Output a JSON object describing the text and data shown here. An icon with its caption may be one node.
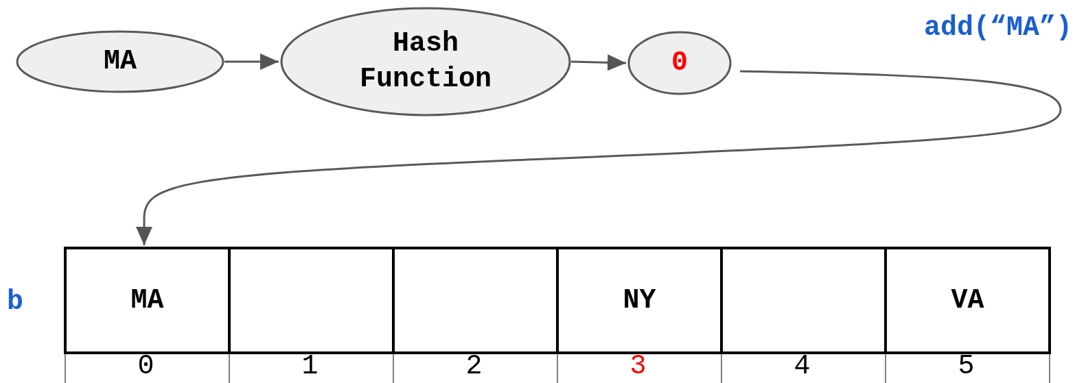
{
  "diagram": {
    "nodes": [
      {
        "text": [
          "MA"
        ]
      },
      {
        "text": [
          "Hash Function"
        ]
      },
      {
        "text": [
          "0"
        ]
      },
      {
        "text": [
          "MA"
        ]
      },
      {
        "text": [],
        "shape": "box"
      },
      {
        "text": [],
        "shape": "box"
      },
      {
        "text": [
          "NY"
        ]
      },
      {
        "text": [],
        "shape": "box"
      },
      {
        "text": [
          "VA"
        ]
      }
    ],
    "edges": [
      {
        "from": 0,
        "to": 1,
        "arrow": "to"
      },
      {
        "from": 1,
        "to": 2,
        "arrow": "to"
      },
      {
        "from": 2,
        "to": 3,
        "arrow": "to"
      }
    ],
    "labels": [
      "add(“MA”)",
      "b",
      "0",
      "1",
      "2",
      "3",
      "4",
      "5"
    ]
  }
}
